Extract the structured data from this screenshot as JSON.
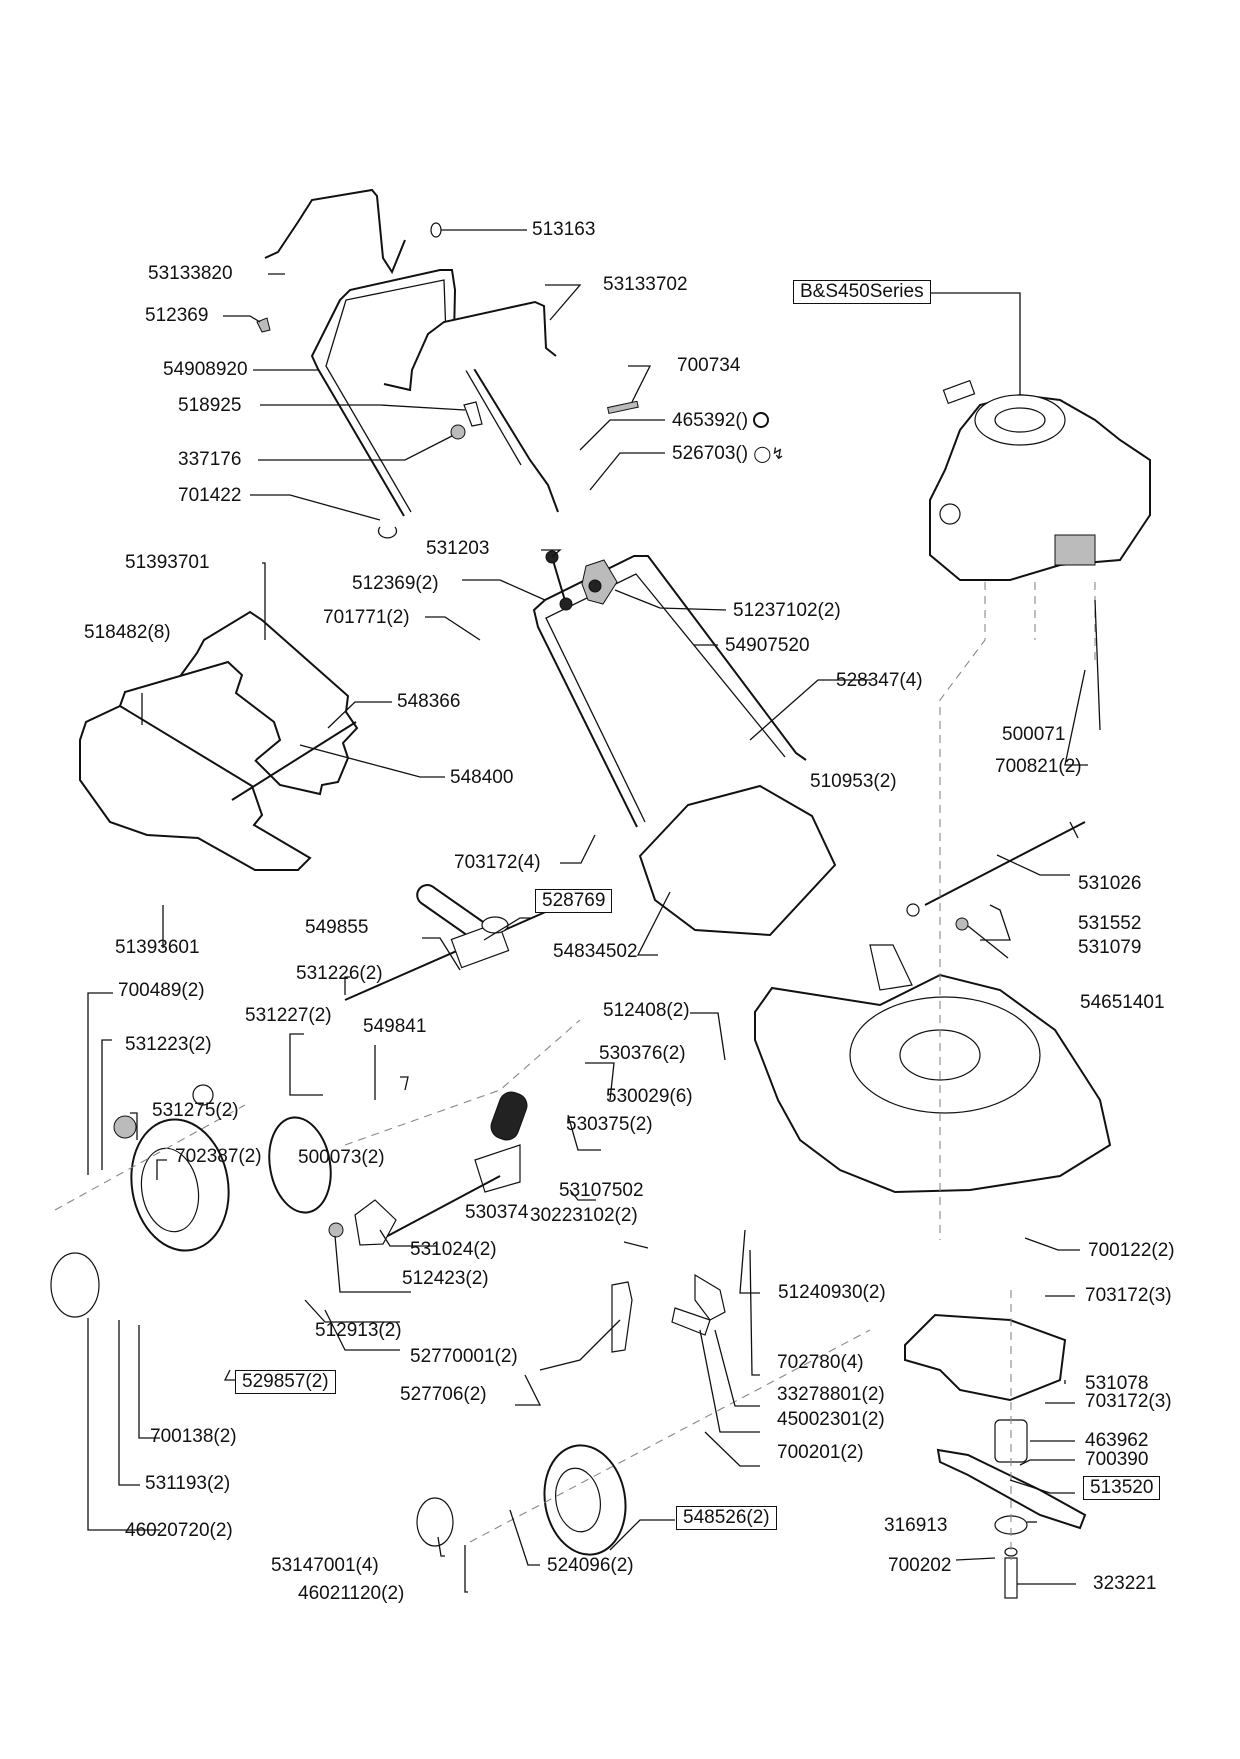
{
  "diagram": {
    "title": "Lawn mower exploded parts diagram",
    "engine_label": "B&S450Series",
    "labels": {
      "p513163": "513163",
      "p53133820": "53133820",
      "p53133702": "53133702",
      "p512369": "512369",
      "p54908920": "54908920",
      "p700734": "700734",
      "p518925": "518925",
      "p465392": "465392()",
      "p337176": "337176",
      "p526703": "526703()",
      "p701422": "701422",
      "p531203": "531203",
      "p51393701": "51393701",
      "p512369_2": "512369(2)",
      "p701771": "701771(2)",
      "p51237102": "51237102(2)",
      "p518482": "518482(8)",
      "p54907520": "54907520",
      "p528347": "528347(4)",
      "p548366": "548366",
      "p500071": "500071",
      "p700821": "700821(2)",
      "p548400": "548400",
      "p510953": "510953(2)",
      "p703172_4": "703172(4)",
      "p531026": "531026",
      "p528769": "528769",
      "p51393601": "51393601",
      "p549855": "549855",
      "p531552": "531552",
      "p54834502": "54834502",
      "p531079": "531079",
      "p700489": "700489(2)",
      "p531226": "531226(2)",
      "p54651401": "54651401",
      "p531227": "531227(2)",
      "p549841": "549841",
      "p512408": "512408(2)",
      "p531223": "531223(2)",
      "p530376": "530376(2)",
      "p531275": "531275(2)",
      "p530029": "530029(6)",
      "p702387": "702387(2)",
      "p500073": "500073(2)",
      "p530375": "530375(2)",
      "p53107502": "53107502",
      "p530374": "530374",
      "p30223102": "30223102(2)",
      "p700122": "700122(2)",
      "p531024": "531024(2)",
      "p51240930": "51240930(2)",
      "p512423": "512423(2)",
      "p703172_3a": "703172(3)",
      "p512913": "512913(2)",
      "p52770001": "52770001(2)",
      "p702780": "702780(4)",
      "p531078": "531078",
      "p529857": "529857(2)",
      "p527706": "527706(2)",
      "p33278801": "33278801(2)",
      "p703172_3b": "703172(3)",
      "p45002301": "45002301(2)",
      "p463962": "463962",
      "p700138": "700138(2)",
      "p700201": "700201(2)",
      "p700390": "700390",
      "p513520": "513520",
      "p531193": "531193(2)",
      "p548526": "548526(2)",
      "p316913": "316913",
      "p46020720": "46020720(2)",
      "p700202": "700202",
      "p53147001": "53147001(4)",
      "p524096": "524096(2)",
      "p323221": "323221",
      "p46021120": "46021120(2)"
    },
    "symbols": {
      "throttle": "throttle-cable-icon",
      "stop": "engine-stop-icon"
    }
  }
}
